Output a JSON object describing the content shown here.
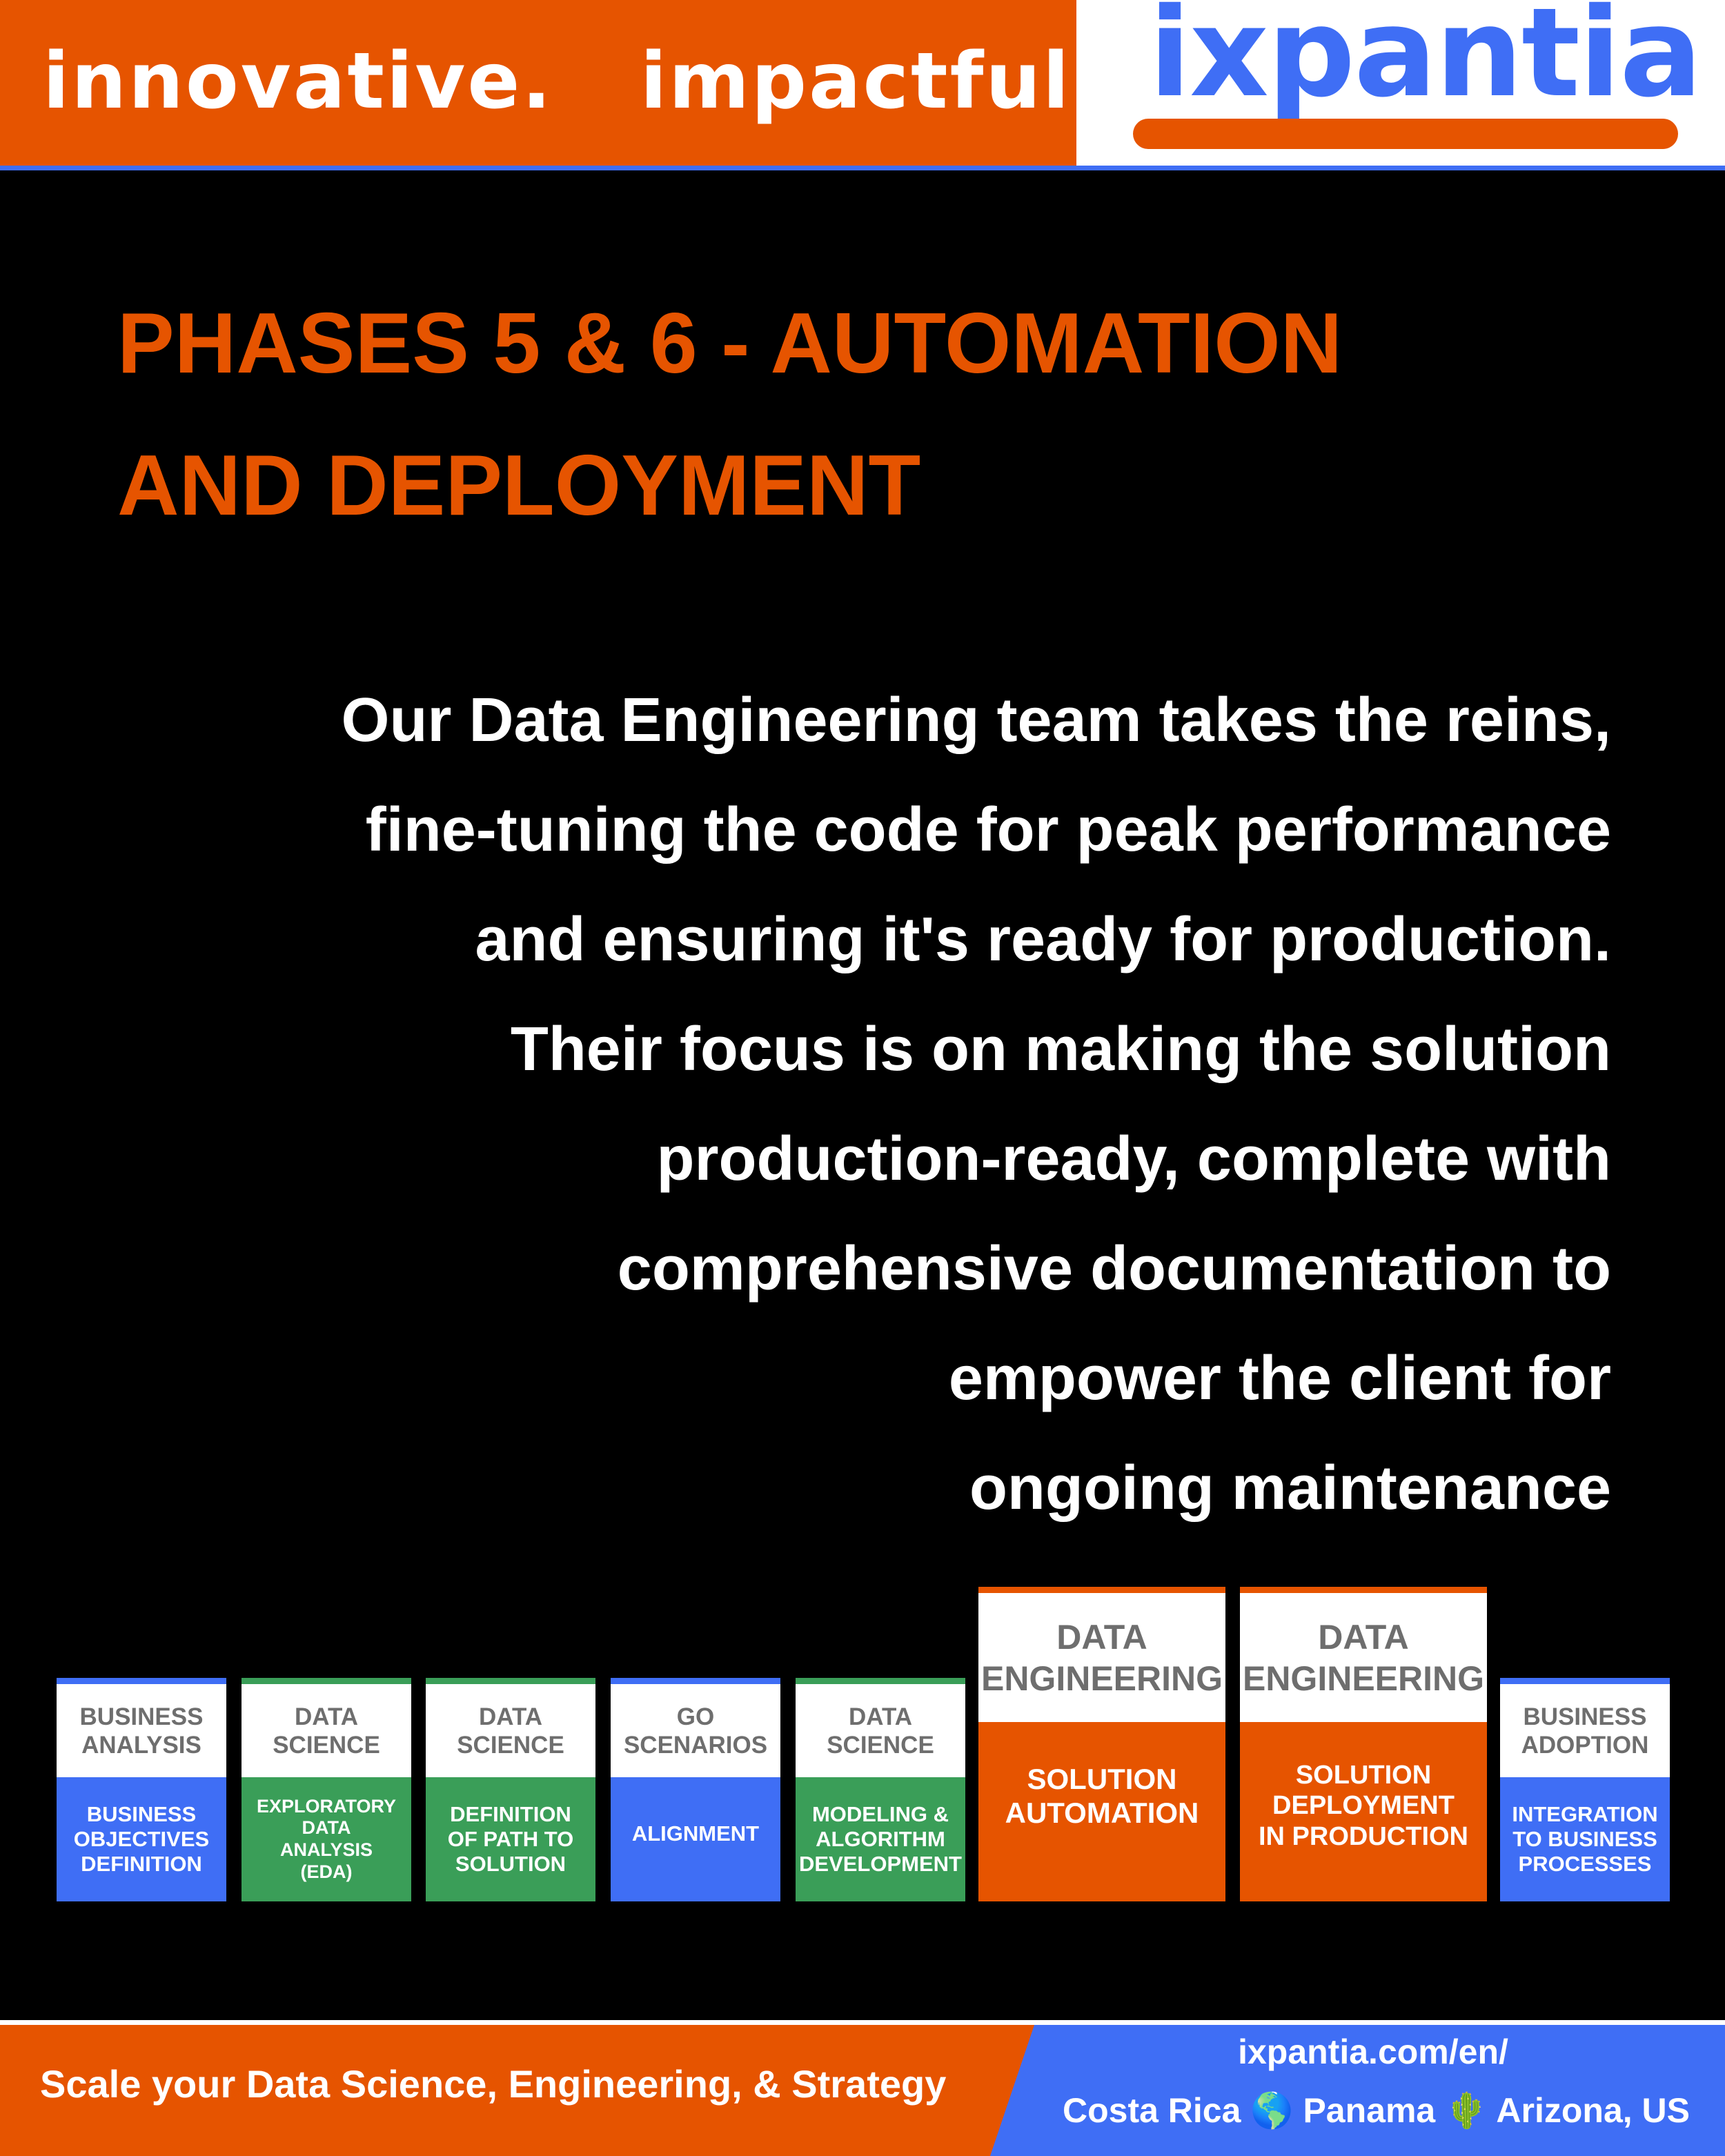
{
  "header": {
    "tagline": "innovative.   impactful.",
    "logo_text": "ixpantia"
  },
  "headline": [
    "PHASES 5 & 6 - AUTOMATION",
    "AND DEPLOYMENT"
  ],
  "body_lines": [
    "Our Data Engineering team takes the reins,",
    "fine-tuning the code for peak performance",
    "and ensuring it's ready for production.",
    "Their focus is on making the solution",
    "production-ready, complete with",
    "comprehensive documentation to",
    "empower the client for",
    "ongoing maintenance"
  ],
  "phases": [
    {
      "team": [
        "BUSINESS",
        "ANALYSIS"
      ],
      "task": [
        "BUSINESS",
        "OBJECTIVES",
        "DEFINITION"
      ],
      "color": "#3f6ef5",
      "highlighted": false
    },
    {
      "team": [
        "DATA",
        "SCIENCE"
      ],
      "task": [
        "EXPLORATORY",
        "DATA",
        "ANALYSIS",
        "(EDA)"
      ],
      "color": "#3a9e58",
      "highlighted": false
    },
    {
      "team": [
        "DATA",
        "SCIENCE"
      ],
      "task": [
        "DEFINITION",
        "OF PATH TO",
        "SOLUTION"
      ],
      "color": "#3a9e58",
      "highlighted": false
    },
    {
      "team": [
        "GO",
        "SCENARIOS"
      ],
      "task": [
        "ALIGNMENT"
      ],
      "color": "#3f6ef5",
      "highlighted": false
    },
    {
      "team": [
        "DATA",
        "SCIENCE"
      ],
      "task": [
        "MODELING &",
        "ALGORITHM",
        "DEVELOPMENT"
      ],
      "color": "#3a9e58",
      "highlighted": false
    },
    {
      "team": [
        "DATA",
        "ENGINEERING"
      ],
      "task": [
        "SOLUTION",
        "AUTOMATION"
      ],
      "color": "#e65400",
      "highlighted": true
    },
    {
      "team": [
        "DATA",
        "ENGINEERING"
      ],
      "task": [
        "SOLUTION",
        "DEPLOYMENT",
        "IN PRODUCTION"
      ],
      "color": "#e65400",
      "highlighted": true
    },
    {
      "team": [
        "BUSINESS",
        "ADOPTION"
      ],
      "task": [
        "INTEGRATION",
        "TO BUSINESS",
        "PROCESSES"
      ],
      "color": "#3f6ef5",
      "highlighted": false
    }
  ],
  "footer": {
    "slogan": "Scale your Data Science, Engineering, & Strategy",
    "url": "ixpantia.com/en/",
    "locations": "Costa Rica 🌎 Panama 🌵 Arizona, US"
  },
  "colors": {
    "brand_orange": "#e65400",
    "brand_blue": "#3f6ef5",
    "green": "#3a9e58",
    "background": "#000000"
  }
}
